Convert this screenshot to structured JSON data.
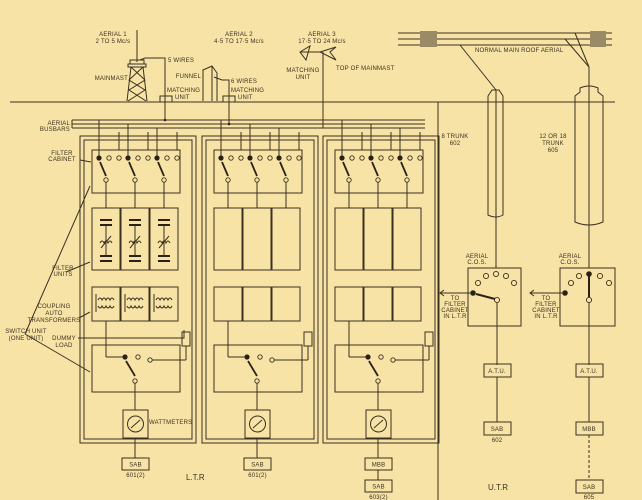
{
  "aerials": {
    "aerial1": [
      "AERIAL 1",
      "2 TO 5 Mc/s"
    ],
    "aerial2": [
      "AERIAL 2",
      "4·5 TO 17·5 Mc/s"
    ],
    "aerial3": [
      "AERIAL 3",
      "17·5 TO 24 Mc/s"
    ],
    "mainmast": "MAINMAST",
    "five_wires": "5 WIRES",
    "funnel": "FUNNEL",
    "six_wires": "6 WIRES",
    "matching_unit": [
      "MATCHING",
      "UNIT"
    ],
    "top_of_mainmast": "TOP OF MAINMAST",
    "roof_aerial": "NORMAL MAIN ROOF AERIAL"
  },
  "ltr_labels": {
    "aerial_busbars": [
      "AERIAL",
      "BUSBARS"
    ],
    "filter_cabinet": [
      "FILTER",
      "CABINET"
    ],
    "filter_units": [
      "FILTER",
      "UNITS"
    ],
    "coupling": [
      "COUPLING",
      "AUTO",
      "TRANSFORMERS"
    ],
    "switch_unit": [
      "SWITCH UNIT",
      "(ONE UNIT)"
    ],
    "dummy_load": [
      "DUMMY",
      "LOAD"
    ],
    "wattmeters": "WATTMETERS",
    "section": "L.T.R"
  },
  "ltr_transmitters": [
    {
      "boxes": [
        "SAB"
      ],
      "number": "601(2)"
    },
    {
      "boxes": [
        "SAB"
      ],
      "number": "601(2)"
    },
    {
      "boxes": [
        "MBB",
        "SAB"
      ],
      "number": "603(2)"
    }
  ],
  "utr": {
    "trunk_left": [
      "8 TRUNK",
      "602"
    ],
    "trunk_right": [
      "12 OR 18",
      "TRUNK",
      "605"
    ],
    "aerial_cos": [
      "AERIAL",
      "C.O.S."
    ],
    "to_filter": [
      "TO",
      "FILTER",
      "CABINET",
      "IN L.T.R"
    ],
    "atu": "A.T.U.",
    "left_sab": "SAB",
    "left_number": "602",
    "right_mbb": "MBB",
    "right_sab": "SAB",
    "right_number": "605",
    "section": "U.T.R"
  }
}
